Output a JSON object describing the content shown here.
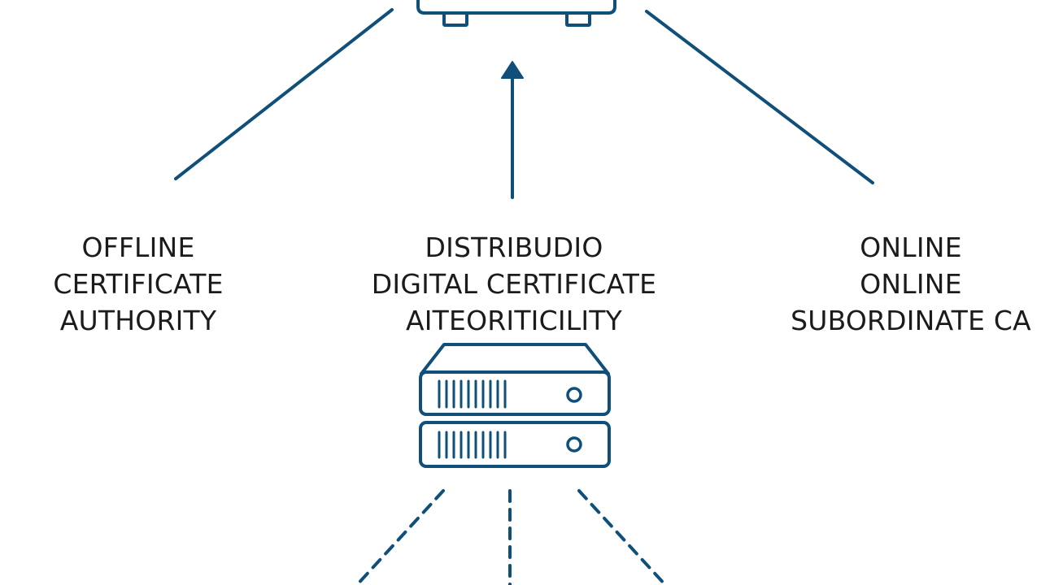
{
  "diagram": {
    "stroke_color": "#0f4f7a",
    "background": "#ffffff",
    "nodes": {
      "left": {
        "lines": [
          "OFFLINE",
          "CERTIFICATE",
          "AUTHORITY"
        ]
      },
      "center": {
        "lines": [
          "DISTRIBUDIO",
          "DIGITAL CERTIFICATE",
          "AITEORITICILITY"
        ],
        "icon": "server-icon"
      },
      "right": {
        "lines": [
          "ONLINE",
          "ONLINE",
          "SUBORDINATE CA"
        ]
      },
      "top": {
        "icon": "device-icon"
      }
    }
  }
}
